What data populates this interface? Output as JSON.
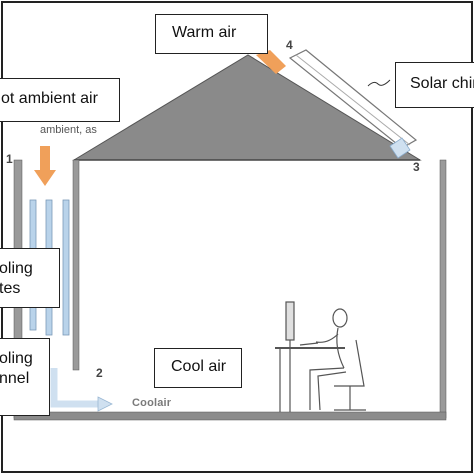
{
  "labels": {
    "warm_air": "Warm air",
    "hot_ambient_air": "ot ambient air",
    "solar_chimney": "Solar chim",
    "cooling_plates": [
      "oling",
      "tes"
    ],
    "cooling_channel": [
      "oling",
      "nnel"
    ],
    "cool_air_box": "Cool air",
    "ambient_sub": "ambient, as",
    "coolair_arrow": "Coolair"
  },
  "numbers": {
    "n1": "1",
    "n2": "2",
    "n3": "3",
    "n4": "4"
  },
  "colors": {
    "roof_fill": "#8a8a8a",
    "orange_arrow": "#f0a05a",
    "blue_plate": "#b9d3ea",
    "outline": "#333333",
    "floor": "#8c8c8c"
  }
}
